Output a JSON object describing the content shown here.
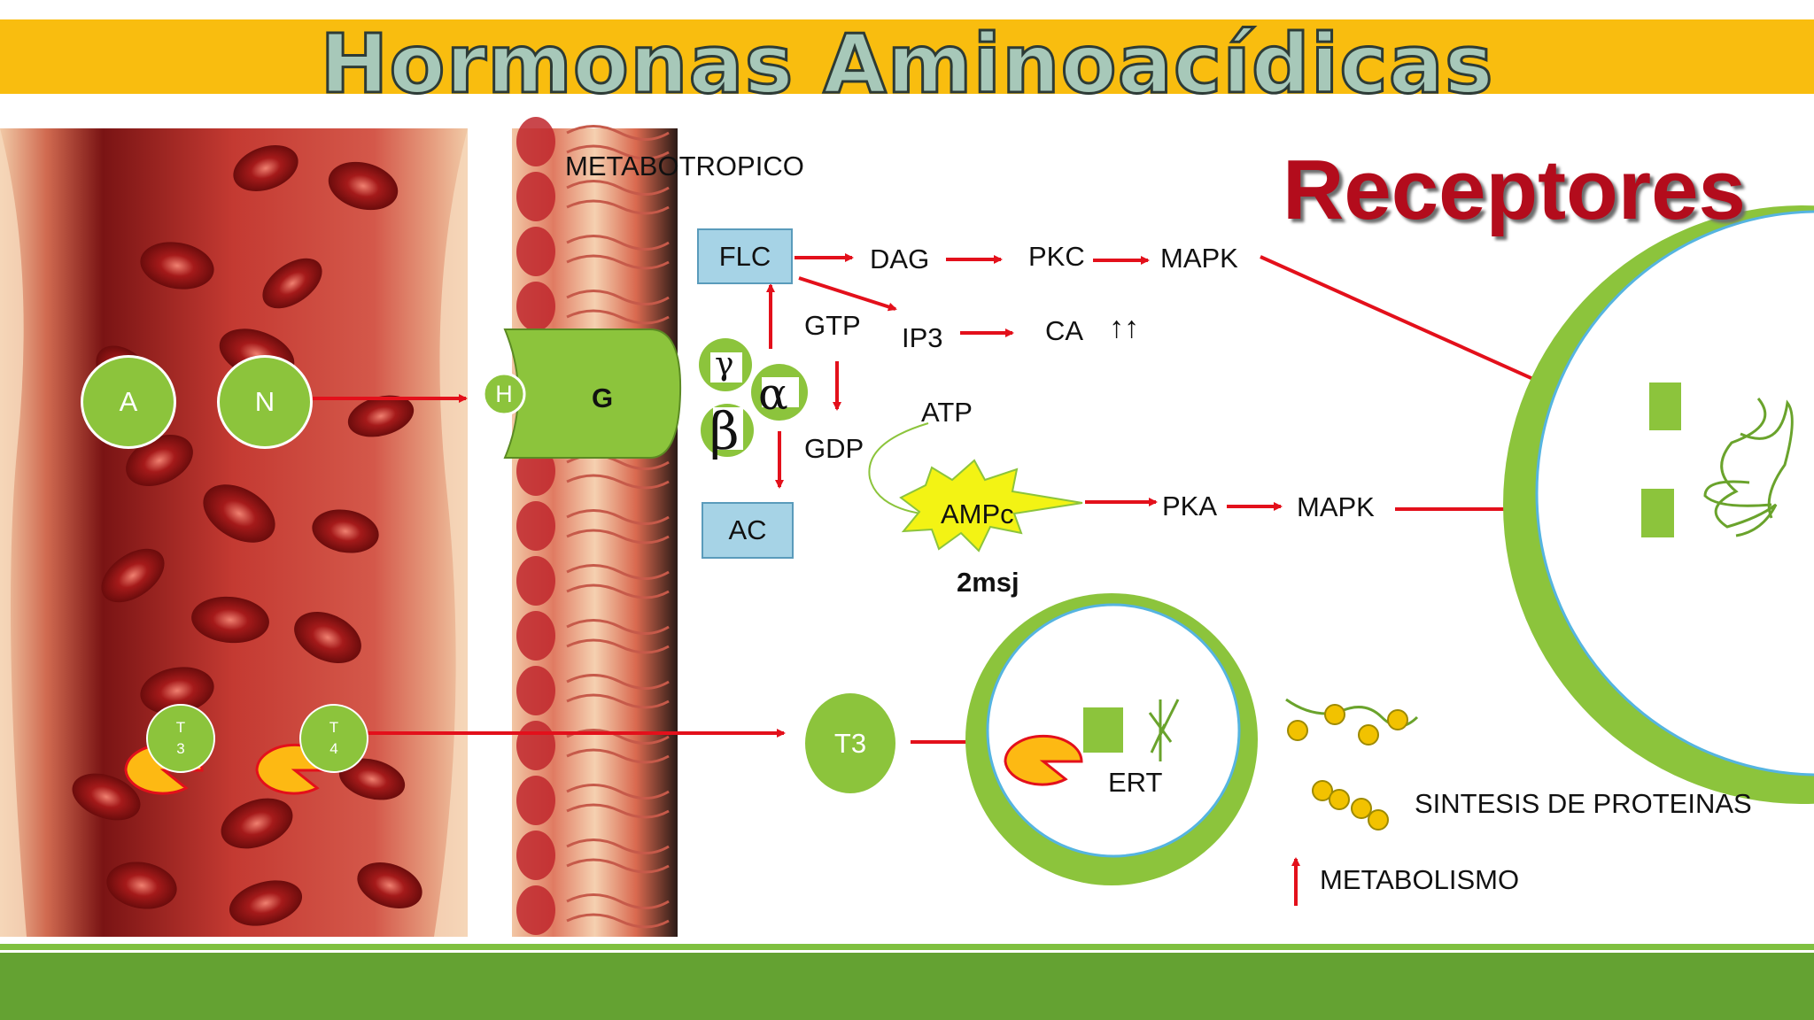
{
  "title": "Hormonas Aminoacídicas",
  "heading_right": "Receptores",
  "labels": {
    "metabotropico": "METABOTROPICO",
    "flc": "FLC",
    "dag": "DAG",
    "pkc": "PKC",
    "mapk_top": "MAPK",
    "gtp": "GTP",
    "ip3": "IP3",
    "ca": "CA",
    "ca_arrows": "↑↑",
    "gdp": "GDP",
    "atp": "ATP",
    "ampc": "AMPc",
    "two_msj": "2msj",
    "ac": "AC",
    "pka": "PKA",
    "mapk_mid": "MAPK",
    "g_protein": "G",
    "gamma": "γ",
    "alpha": "α",
    "beta": "β",
    "receptor_h": "H",
    "hormone_a": "A",
    "hormone_n": "N",
    "t3_small": "T\n3",
    "t4_small": "T\n4",
    "t3_free": "T3",
    "ert": "ERT",
    "sintesis": "SINTESIS DE PROTEINAS",
    "metabolismo": "METABOLISMO"
  },
  "colors": {
    "title_bar": "#f9bd0f",
    "footer": "#64a232",
    "green_circle": "#8cc43c",
    "arrow_red": "#e3101b",
    "box_blue": "#a6d3e6",
    "receptores_red": "#b30c1c",
    "vessel_red": "#b8342c"
  }
}
